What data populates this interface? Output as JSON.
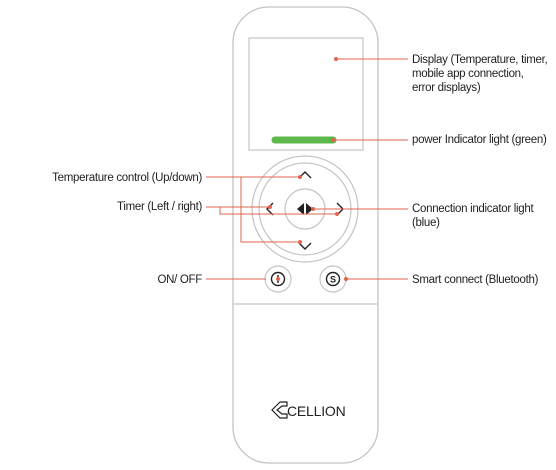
{
  "labels": {
    "display": "Display (Temperature, timer,\nmobile app connection,\nerror displays)",
    "power_indicator": "power Indicator light (green)",
    "temperature_control": "Temperature control (Up/down)",
    "timer": "Timer (Left / right)",
    "connection_indicator": "Connection indicator light\n(blue)",
    "on_off": "ON/ OFF",
    "smart_connect": "Smart connect (Bluetooth)"
  },
  "remote": {
    "brand": "CELLION",
    "power_button_glyph": "I",
    "smart_button_glyph": "S"
  },
  "colors": {
    "outline": "#bdbdbd",
    "leader_line": "#e0644d",
    "leader_dot": "#e0644d",
    "power_led": "#5cb84a",
    "icon": "#222222"
  }
}
